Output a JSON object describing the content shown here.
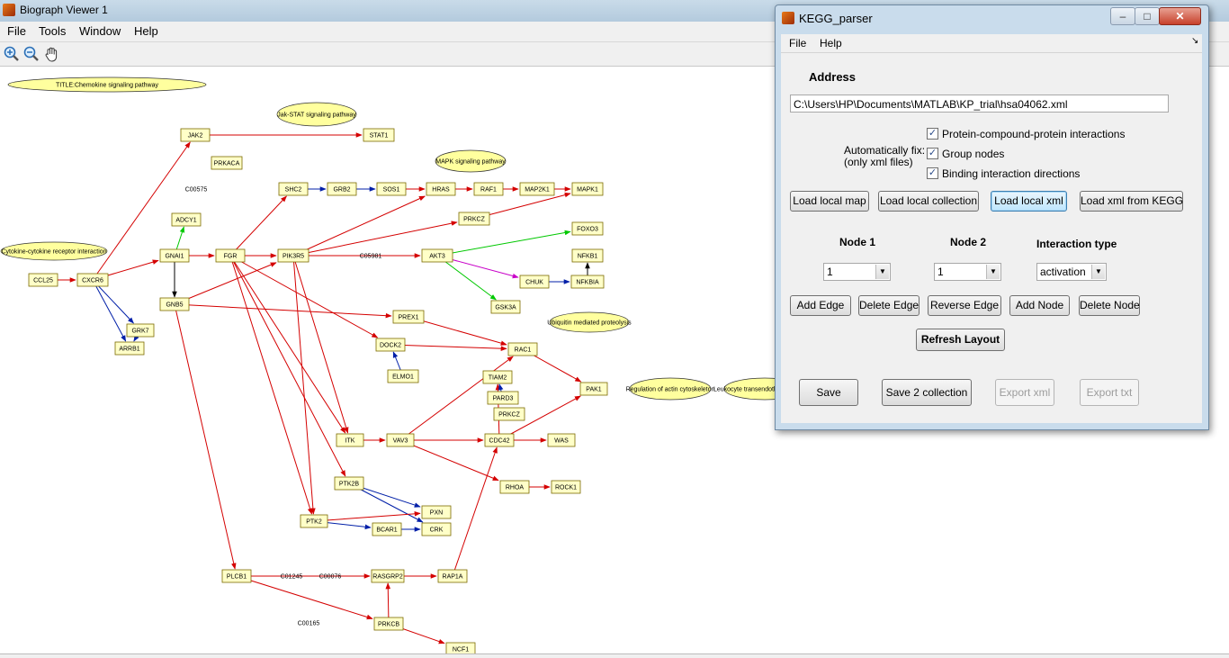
{
  "biograph_window": {
    "title": "Biograph Viewer 1",
    "menu": [
      "File",
      "Tools",
      "Window",
      "Help"
    ],
    "toolbar_icons": [
      "zoom-in-icon",
      "zoom-out-icon",
      "pan-hand-icon"
    ]
  },
  "graph": {
    "colors": {
      "node_fill": "#ffffc8",
      "node_border": "#7a6a00",
      "ellipse_fill": "#ffff9e",
      "activation": "#d40000",
      "binding": "#001fa8",
      "expression": "#00c800",
      "inhibition": "#c800c8",
      "indirect": "#000000"
    },
    "ellipse_nodes": [
      {
        "label": "TITLE:Chemokine signaling pathway"
      },
      {
        "label": "Jak-STAT signaling pathway"
      },
      {
        "label": "MAPK signaling pathway"
      },
      {
        "label": "Cytokine-cytokine receptor interaction"
      },
      {
        "label": "Ubiquitin mediated proteolysis"
      },
      {
        "label": "Regulation of actin cytoskeleton"
      },
      {
        "label": "Leukocyte transendothelial migration"
      }
    ],
    "gene_nodes": [
      "JAK2",
      "STAT1",
      "PRKACA",
      "SHC2",
      "GRB2",
      "SOS1",
      "HRAS",
      "RAF1",
      "MAP2K1",
      "MAPK1",
      "ADCY1",
      "PRKCZ",
      "FOXO3",
      "NFKB1",
      "CCL25",
      "CXCR6",
      "GNAI1",
      "FGR",
      "PIK3R5",
      "AKT3",
      "CHUK",
      "NFKBIA",
      "GSK3A",
      "GRK7",
      "ARRB1",
      "GNB5",
      "PREX1",
      "DOCK2",
      "ELMO1",
      "RAC1",
      "TIAM2",
      "PARD3",
      "PRKCZ",
      "PAK1",
      "ITK",
      "VAV3",
      "CDC42",
      "WAS",
      "RHOA",
      "ROCK1",
      "PTK2B",
      "PXN",
      "PTK2",
      "BCAR1",
      "CRK",
      "PLCB1",
      "RASGRP2",
      "RAP1A",
      "PRKCB",
      "NCF1"
    ],
    "compound_labels": [
      "C00575",
      "C05981",
      "C01245",
      "C00076",
      "C00165"
    ]
  },
  "kegg": {
    "title": "KEGG_parser",
    "menu": [
      "File",
      "Help"
    ],
    "address_label": "Address",
    "address_value": "C:\\Users\\HP\\Documents\\MATLAB\\KP_trial\\hsa04062.xml",
    "autofix_line1": "Automatically fix:",
    "autofix_line2": "(only xml files)",
    "checkboxes": [
      {
        "label": "Protein-compound-protein interactions",
        "checked": true
      },
      {
        "label": "Group nodes",
        "checked": true
      },
      {
        "label": "Binding interaction directions",
        "checked": true
      }
    ],
    "load_buttons": [
      "Load local map",
      "Load local collection",
      "Load local xml",
      "Load xml from KEGG"
    ],
    "node1_label": "Node 1",
    "node2_label": "Node 2",
    "interaction_label": "Interaction type",
    "node1_value": "1",
    "node2_value": "1",
    "interaction_value": "activation",
    "edit_buttons": [
      "Add Edge",
      "Delete Edge",
      "Reverse Edge",
      "Add Node",
      "Delete Node"
    ],
    "refresh_label": "Refresh Layout",
    "save_buttons": [
      "Save",
      "Save 2 collection",
      "Export xml",
      "Export txt"
    ]
  }
}
